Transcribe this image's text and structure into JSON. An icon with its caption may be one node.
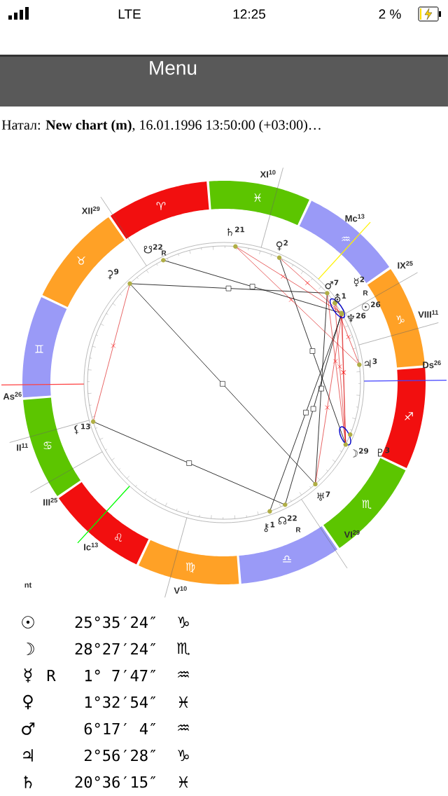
{
  "diagram": {
    "title": "Натал: **New chart (m)**, 16.01.1996 13:50:00 (+03:00)…",
    "labels": [
      "LTE",
      "12:25",
      "2 %",
      "Menu",
      "XI$^{10}$",
      "♓",
      "XII$^{29}$",
      "♈",
      "Mc$^{13}$",
      "♄$^{21}$",
      "☋$^{22}$",
      "♀$^{2}$",
      "R",
      "♒",
      "♉",
      "IX$^{25}$",
      "⚳$^{9}$",
      "♂$^{7}$",
      "☿$^{2}$",
      "R",
      "⛢$^{1}$",
      "☉$^{26}$",
      "♆$^{26}$",
      "♑",
      "VIII$^{11}$",
      "♊",
      "♃$^{3}$",
      "Ds$^{26}$",
      "As$^{26}$",
      "♐",
      "⚸$^{13}$",
      "II$^{11}$",
      "♋",
      "☽$^{29}$",
      "♇$^{3}$",
      "III$^{25}$",
      "♅$^{7}$",
      "♏",
      "♌",
      "⚷$^{1}$",
      "☊$^{22}$",
      "R",
      "VI$^{29}$",
      "Ic$^{13}$",
      "♎",
      "♍",
      "nt",
      "V$^{10}$",
      "☉",
      "25°35′24″",
      "♑",
      "☽",
      "28°27′24″",
      "♏",
      "☿",
      "R",
      "1° 7′47″",
      "♒",
      "♀",
      "1°32′54″",
      "♓",
      "♂",
      "6°17′ 4″",
      "♒",
      "♃",
      "2°56′28″",
      "♑",
      "♄",
      "20°36′15″",
      "♓"
    ]
  }
}
